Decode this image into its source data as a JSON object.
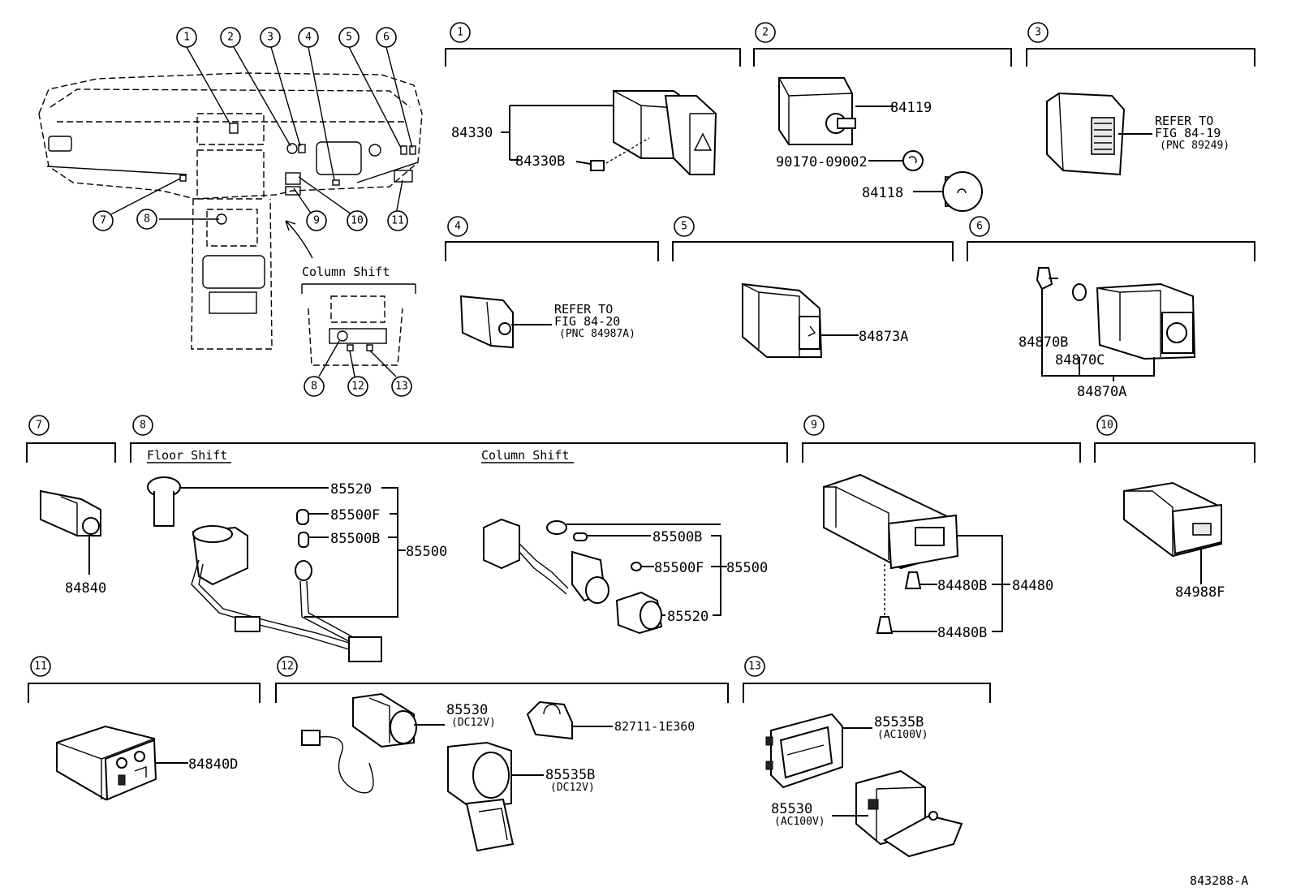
{
  "overview": {
    "callouts": [
      "1",
      "2",
      "3",
      "4",
      "5",
      "6",
      "7",
      "8",
      "9",
      "10",
      "11",
      "12",
      "13"
    ],
    "inset_title": "Column Shift",
    "inset_callouts": [
      "8",
      "12",
      "13"
    ]
  },
  "sections": {
    "s1": {
      "num": "1",
      "parts": {
        "main": "84330",
        "sub": "84330B"
      }
    },
    "s2": {
      "num": "2",
      "parts": {
        "a": "84119",
        "b": "90170-09002",
        "c": "84118"
      }
    },
    "s3": {
      "num": "3",
      "refer": [
        "REFER TO",
        "FIG 84-19",
        "(PNC 89249)"
      ]
    },
    "s4": {
      "num": "4",
      "refer": [
        "REFER TO",
        "FIG 84-20",
        "(PNC 84987A)"
      ]
    },
    "s5": {
      "num": "5",
      "parts": {
        "a": "84873A"
      }
    },
    "s6": {
      "num": "6",
      "parts": {
        "b": "84870B",
        "c": "84870C",
        "a": "84870A"
      }
    },
    "s7": {
      "num": "7",
      "parts": {
        "a": "84840"
      }
    },
    "s8": {
      "num": "8",
      "floor_title": "Floor Shift",
      "column_title": "Column Shift",
      "floor_parts": {
        "p1": "85520",
        "p2": "85500F",
        "p3": "85500B",
        "assy": "85500"
      },
      "column_parts": {
        "p1": "85500B",
        "p2": "85500F",
        "assy": "85500",
        "p3": "85520"
      }
    },
    "s9": {
      "num": "9",
      "parts": {
        "b1": "84480B",
        "assy": "84480",
        "b2": "84480B"
      }
    },
    "s10": {
      "num": "10",
      "parts": {
        "a": "84988F"
      }
    },
    "s11": {
      "num": "11",
      "parts": {
        "a": "84840D"
      }
    },
    "s12": {
      "num": "12",
      "parts": {
        "a": "85530",
        "a_note": "(DC12V)",
        "b": "82711-1E360",
        "c": "85535B",
        "c_note": "(DC12V)"
      }
    },
    "s13": {
      "num": "13",
      "parts": {
        "a": "85535B",
        "a_note": "(AC100V)",
        "b": "85530",
        "b_note": "(AC100V)"
      }
    }
  },
  "figure_code": "843288-A"
}
